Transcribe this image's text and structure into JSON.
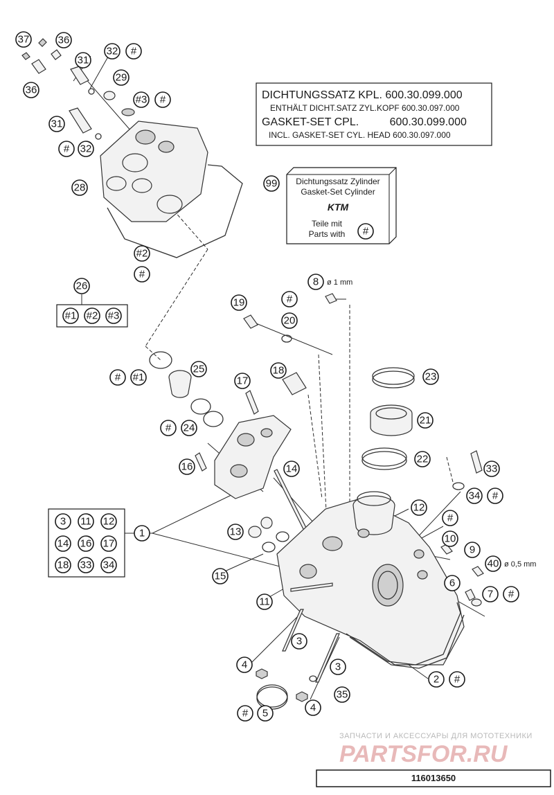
{
  "gasket_info": {
    "line1": "DICHTUNGSSATZ KPL. 600.30.099.000",
    "line2": "ENTHÄLT DICHT.SATZ ZYL.KOPF 600.30.097.000",
    "line3": "GASKET-SET CPL.          600.30.099.000",
    "line4": "INCL. GASKET-SET CYL. HEAD 600.30.097.000"
  },
  "kit_box": {
    "line1": "Dichtungssatz Zylinder",
    "line2": "Gasket-Set Cylinder",
    "brand": "KTM",
    "line3": "Teile mit",
    "line4": "Parts with",
    "symbol": "#"
  },
  "notes": {
    "dia_8": "ø 1 mm",
    "dia_40": "ø 0,5 mm"
  },
  "part1_group": [
    "3",
    "11",
    "12",
    "14",
    "16",
    "17",
    "18",
    "33",
    "34"
  ],
  "group26": [
    "#1",
    "#2",
    "#3"
  ],
  "watermark": {
    "line1": "ЗАПЧАСТИ И АКСЕССУАРЫ ДЛЯ МОТОТЕХНИКИ",
    "line2": "PARTSFOR.RU"
  },
  "diagram_id": "116013650",
  "callouts": {
    "c37": "37",
    "c36a": "36",
    "c36b": "36",
    "c31a": "31",
    "c31b": "31",
    "c32a": "32",
    "c32b": "32",
    "h32a": "#",
    "h32b": "#",
    "c29": "29",
    "c3h": "#3",
    "h3": "#",
    "c28": "28",
    "c2h": "#2",
    "h2": "#",
    "c26": "26",
    "c99": "99",
    "c8": "8",
    "c19": "19",
    "h19": "#",
    "c20": "20",
    "h1a": "#",
    "c1h": "#1",
    "c25": "25",
    "c18": "18",
    "c17": "17",
    "c23": "23",
    "c21": "21",
    "h24": "#",
    "c24": "24",
    "c22": "22",
    "c16": "16",
    "c14": "14",
    "c33": "33",
    "c34": "34",
    "h34": "#",
    "c12": "12",
    "c1": "1",
    "c13": "13",
    "h10": "#",
    "c10": "10",
    "c9": "9",
    "c40": "40",
    "c15": "15",
    "c6": "6",
    "c7": "7",
    "h7": "#",
    "c11": "11",
    "c3a": "3",
    "c3b": "3",
    "c4a": "4",
    "c4b": "4",
    "c35": "35",
    "c2": "2",
    "h2b": "#",
    "h5": "#",
    "c5": "5"
  }
}
